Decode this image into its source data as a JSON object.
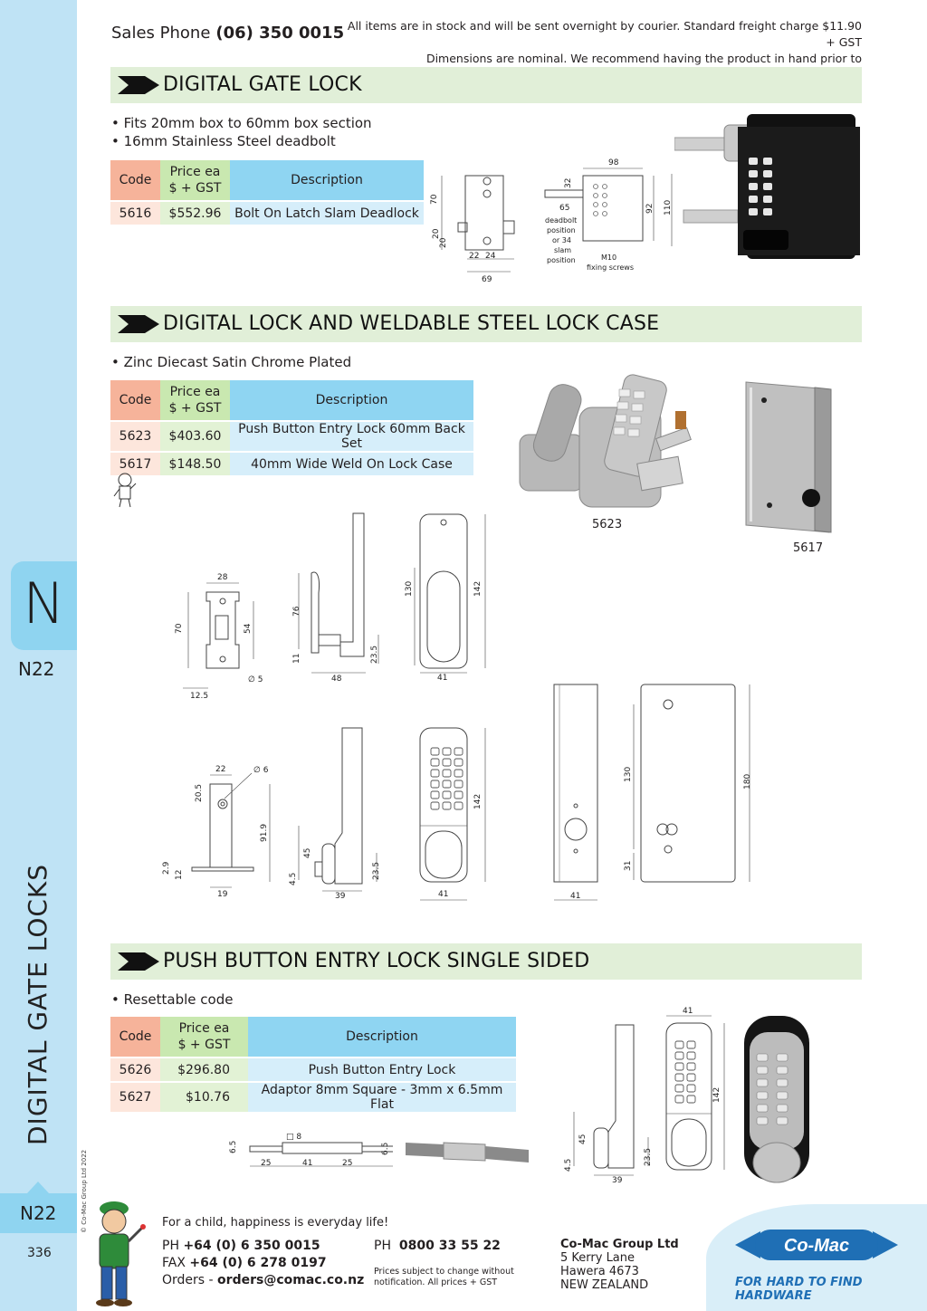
{
  "header": {
    "sales_label": "Sales Phone",
    "sales_phone": "(06) 350 0015",
    "notice_line1": "All items are in stock and will be sent overnight by courier. Standard freight charge $11.90 + GST",
    "notice_line2": "Dimensions are nominal. We recommend having the product in hand prior to manufacturing."
  },
  "sidebar": {
    "tab_letter": "N",
    "tab_code": "N22",
    "vertical_title": "DIGITAL GATE LOCKS",
    "copyright": "© Co-Mac Group Ltd 2022",
    "bottom_code": "N22",
    "page_number": "336"
  },
  "table_headers": {
    "code": "Code",
    "price_l1": "Price ea",
    "price_l2": "$ + GST",
    "desc": "Description"
  },
  "sections": [
    {
      "title": "DIGITAL GATE LOCK",
      "bullets": [
        "• Fits 20mm box to 60mm box section",
        "• 16mm Stainless Steel deadbolt"
      ],
      "rows": [
        {
          "code": "5616",
          "price": "$552.96",
          "desc": "Bolt On Latch Slam Deadlock"
        }
      ]
    },
    {
      "title": "DIGITAL LOCK AND WELDABLE STEEL LOCK CASE",
      "bullets": [
        "• Zinc Diecast Satin Chrome Plated"
      ],
      "rows": [
        {
          "code": "5623",
          "price": "$403.60",
          "desc": "Push Button Entry Lock 60mm Back Set"
        },
        {
          "code": "5617",
          "price": "$148.50",
          "desc": "40mm Wide Weld On Lock Case"
        }
      ],
      "photo_labels": [
        "5623",
        "5617"
      ]
    },
    {
      "title": "PUSH BUTTON ENTRY LOCK SINGLE SIDED",
      "bullets": [
        "• Resettable code"
      ],
      "rows": [
        {
          "code": "5626",
          "price": "$296.80",
          "desc": "Push Button Entry Lock"
        },
        {
          "code": "5627",
          "price": "$10.76",
          "desc": "Adaptor 8mm Square - 3mm x 6.5mm Flat"
        }
      ]
    }
  ],
  "diagram_text": {
    "d1": [
      "70",
      "20",
      "20",
      "22",
      "24",
      "69"
    ],
    "d2": [
      "98",
      "32",
      "65",
      "92",
      "110"
    ],
    "d2_notes": [
      "deadbolt",
      "position",
      "or 34",
      "slam",
      "position",
      "M10",
      "fixing screws"
    ],
    "strike": [
      "28",
      "70",
      "54",
      "∅ 5",
      "12.5"
    ],
    "lever": [
      "76",
      "11",
      "48",
      "23.5"
    ],
    "plate": [
      "130",
      "142",
      "41"
    ],
    "latch": [
      "22",
      "∅ 6",
      "20.5",
      "91.9",
      "2.9",
      "12",
      "19"
    ],
    "keypad_side": [
      "45",
      "4.5",
      "39",
      "23.5"
    ],
    "keypad_front": [
      "142",
      "41"
    ],
    "case_front": [
      "41"
    ],
    "case_side": [
      "130",
      "31",
      "180"
    ],
    "adaptor": [
      "6.5",
      "□ 8",
      "6.5",
      "25",
      "41",
      "25"
    ],
    "single_side": [
      "45",
      "4.5",
      "39",
      "23.5"
    ],
    "single_front": [
      "41",
      "142"
    ]
  },
  "footer": {
    "slogan": "For a child, happiness is everyday life!",
    "ph_label": "PH",
    "ph": "+64 (0) 6 350 0015",
    "fax_label": "FAX",
    "fax": "+64 (0) 6 278 0197",
    "orders_label": "Orders -",
    "orders": "orders@comac.co.nz",
    "ph2_label": "PH",
    "ph2": "0800 33 55 22",
    "disclaimer1": "Prices subject to change without",
    "disclaimer2": "notification. All prices + GST",
    "company": "Co-Mac Group Ltd",
    "addr1": "5 Kerry Lane",
    "addr2": "Hawera 4673",
    "addr3": "NEW ZEALAND",
    "logo_text": "Co-Mac",
    "tagline": "FOR HARD TO FIND HARDWARE"
  },
  "colors": {
    "sidebar": "#bfe3f5",
    "tab": "#8fd4f0",
    "section_bar": "#e1efd8",
    "code_head": "#f6b39a",
    "price_head": "#c9e8b0",
    "desc_head": "#8fd5f2",
    "logo_blue": "#1f6fb5"
  }
}
